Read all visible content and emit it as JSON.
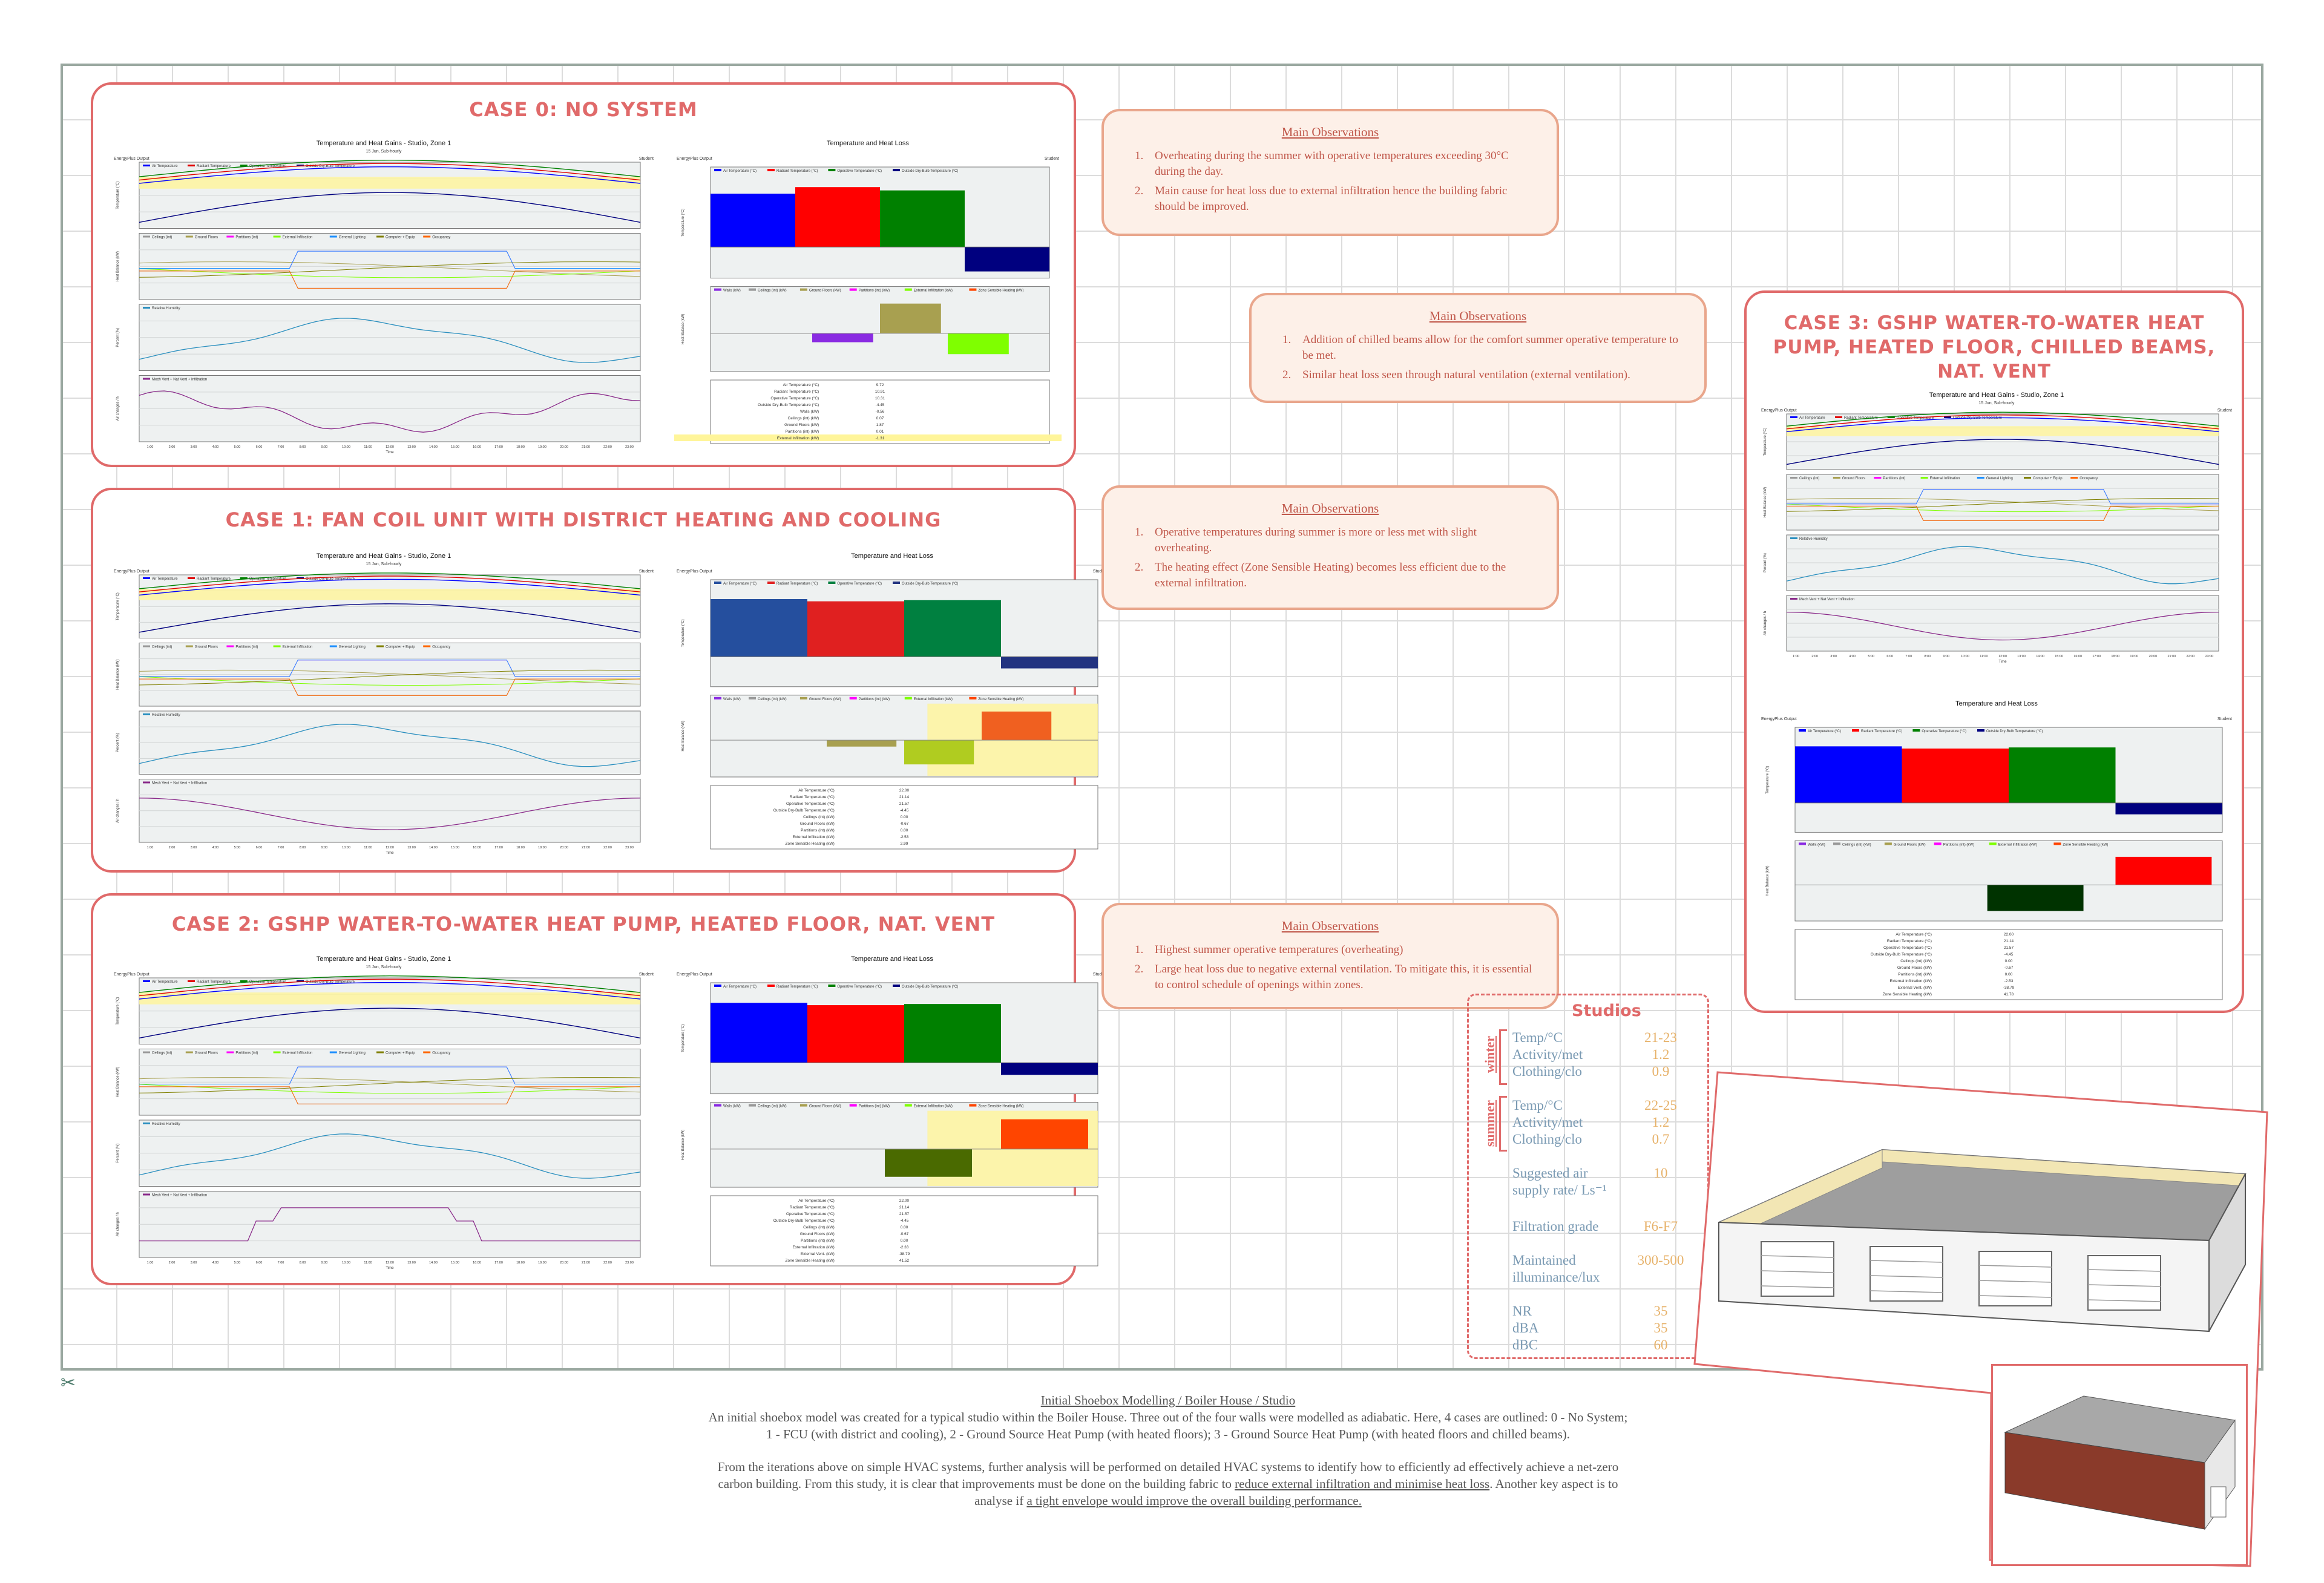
{
  "cases": [
    {
      "title": "CASE 0: NO SYSTEM"
    },
    {
      "title": "CASE 1: FAN COIL UNIT WITH DISTRICT HEATING AND COOLING"
    },
    {
      "title": "CASE 2: GSHP WATER-TO-WATER HEAT PUMP, HEATED FLOOR, NAT. VENT"
    },
    {
      "title": "CASE 3: GSHP WATER-TO-WATER HEAT PUMP, HEATED FLOOR, CHILLED BEAMS, NAT. VENT"
    }
  ],
  "charts": {
    "gains_title": "Temperature and Heat Gains - Studio, Zone 1",
    "gains_subtitle": "15 Jun, Sub-hourly",
    "loss_title": "Temperature and Heat Loss",
    "left_tag": "EnergyPlus Output",
    "right_tag": "Student",
    "time_label": "Time",
    "ylabel_temp": "Temperature (°C)",
    "ylabel_heat": "Heat Balance (kW)",
    "ylabel_rh": "Percent (%)",
    "ylabel_vent": "Air changes / h",
    "time_ticks": [
      "1:00",
      "2:00",
      "3:00",
      "4:00",
      "5:00",
      "6:00",
      "7:00",
      "8:00",
      "9:00",
      "10:00",
      "11:00",
      "12:00",
      "13:00",
      "14:00",
      "15:00",
      "16:00",
      "17:00",
      "18:00",
      "19:00",
      "20:00",
      "21:00",
      "22:00",
      "23:00"
    ],
    "temp_legend": [
      "Air Temperature",
      "Radiant Temperature",
      "Operative Temperature",
      "Outside Dry-Bulb Temperature"
    ],
    "gain_legend": [
      "Ceilings (int)",
      "Ground Floors",
      "Partitions (int)",
      "External Infiltration",
      "General Lighting",
      "Computer + Equip",
      "Occupancy"
    ],
    "rh_legend": [
      "Relative Humidity"
    ],
    "vent_legend": [
      "Mech Vent + Nat Vent + Infiltration"
    ],
    "loss_temp_legend": [
      "Air Temperature (°C)",
      "Radiant Temperature (°C)",
      "Operative Temperature (°C)",
      "Outside Dry-Bulb Temperature (°C)"
    ],
    "loss_heat_legend": [
      "Walls (kW)",
      "Ceilings (int) (kW)",
      "Ground Floors (kW)",
      "Partitions (int) (kW)",
      "External Infiltration (kW)",
      "Zone Sensible Heating (kW)"
    ]
  },
  "loss_tables": [
    {
      "rows": [
        [
          "Air Temperature (°C)",
          "9.72"
        ],
        [
          "Radiant Temperature (°C)",
          "10.91"
        ],
        [
          "Operative Temperature (°C)",
          "10.31"
        ],
        [
          "Outside Dry-Bulb Temperature (°C)",
          "-4.45"
        ],
        [
          "Walls (kW)",
          "-0.56"
        ],
        [
          "Ceilings (int) (kW)",
          "0.07"
        ],
        [
          "Ground Floors (kW)",
          "1.87"
        ],
        [
          "Partitions (int) (kW)",
          "0.01"
        ],
        [
          "External Infiltration (kW)",
          "-1.31"
        ]
      ]
    },
    {
      "rows": [
        [
          "Air Temperature (°C)",
          "22.00"
        ],
        [
          "Radiant Temperature (°C)",
          "21.14"
        ],
        [
          "Operative Temperature (°C)",
          "21.57"
        ],
        [
          "Outside Dry-Bulb Temperature (°C)",
          "-4.45"
        ],
        [
          "Ceilings (int) (kW)",
          "0.00"
        ],
        [
          "Ground Floors (kW)",
          "-0.67"
        ],
        [
          "Partitions (int) (kW)",
          "0.00"
        ],
        [
          "External Infiltration (kW)",
          "-2.53"
        ],
        [
          "Zone Sensible Heating (kW)",
          "2.99"
        ]
      ]
    },
    {
      "rows": [
        [
          "Air Temperature (°C)",
          "22.00"
        ],
        [
          "Radiant Temperature (°C)",
          "21.14"
        ],
        [
          "Operative Temperature (°C)",
          "21.57"
        ],
        [
          "Outside Dry-Bulb Temperature (°C)",
          "-4.45"
        ],
        [
          "Ceilings (int) (kW)",
          "0.00"
        ],
        [
          "Ground Floors (kW)",
          "-0.67"
        ],
        [
          "Partitions (int) (kW)",
          "0.00"
        ],
        [
          "External Infiltration (kW)",
          "-2.33"
        ],
        [
          "External Vent. (kW)",
          "-38.79"
        ],
        [
          "Zone Sensible Heating (kW)",
          "41.52"
        ]
      ]
    },
    {
      "rows": [
        [
          "Air Temperature (°C)",
          "22.00"
        ],
        [
          "Radiant Temperature (°C)",
          "21.14"
        ],
        [
          "Operative Temperature (°C)",
          "21.57"
        ],
        [
          "Outside Dry-Bulb Temperature (°C)",
          "-4.45"
        ],
        [
          "Ceilings (int) (kW)",
          "0.00"
        ],
        [
          "Ground Floors (kW)",
          "-0.67"
        ],
        [
          "Partitions (int) (kW)",
          "0.00"
        ],
        [
          "External Infiltration (kW)",
          "-2.53"
        ],
        [
          "External Vent. (kW)",
          "-38.79"
        ],
        [
          "Zone Sensible Heating (kW)",
          "41.78"
        ]
      ]
    }
  ],
  "chart_data": [
    {
      "type": "bar",
      "title": "Temperature and Heat Loss",
      "case": "CASE 0",
      "categories": [
        "Air Temperature (°C)",
        "Radiant Temperature (°C)",
        "Operative Temperature (°C)",
        "Outside Dry-Bulb Temperature (°C)"
      ],
      "values": [
        9.72,
        10.91,
        10.31,
        -4.45
      ],
      "colors": [
        "#0000ff",
        "#ff0000",
        "#008000",
        "#00007f"
      ]
    },
    {
      "type": "bar",
      "title": "Temperature and Heat Loss",
      "case": "CASE 0",
      "categories": [
        "Walls (kW)",
        "Ground Floors (kW)",
        "External Infiltration (kW)"
      ],
      "values": [
        -0.56,
        1.87,
        -1.31
      ],
      "colors": [
        "#8a2be2",
        "#a8a050",
        "#7fff00"
      ]
    },
    {
      "type": "bar",
      "title": "Temperature and Heat Loss",
      "case": "CASE 1",
      "categories": [
        "Air Temperature (°C)",
        "Radiant Temperature (°C)",
        "Operative Temperature (°C)",
        "Outside Dry-Bulb Temperature (°C)"
      ],
      "values": [
        22.0,
        21.14,
        21.57,
        -4.45
      ],
      "colors": [
        "#254f9e",
        "#e02020",
        "#008040",
        "#223380"
      ]
    },
    {
      "type": "bar",
      "title": "Temperature and Heat Loss",
      "case": "CASE 1",
      "categories": [
        "Ground Floors (kW)",
        "External Infiltration (kW)",
        "Zone Sensible Heating (kW)"
      ],
      "values": [
        -0.67,
        -2.53,
        2.99
      ],
      "colors": [
        "#a8a050",
        "#b0cc20",
        "#f06020"
      ]
    },
    {
      "type": "bar",
      "title": "Temperature and Heat Loss",
      "case": "CASE 2",
      "categories": [
        "Air Temperature (°C)",
        "Radiant Temperature (°C)",
        "Operative Temperature (°C)",
        "Outside Dry-Bulb Temperature (°C)"
      ],
      "values": [
        22.0,
        21.14,
        21.57,
        -4.45
      ],
      "colors": [
        "#0000ff",
        "#ff0000",
        "#008000",
        "#00007f"
      ]
    },
    {
      "type": "bar",
      "title": "Temperature and Heat Loss",
      "case": "CASE 2",
      "categories": [
        "External Vent. (kW)",
        "Zone Sensible Heating (kW)"
      ],
      "values": [
        -38.79,
        41.52
      ],
      "colors": [
        "#4a6a00",
        "#ff4500"
      ]
    },
    {
      "type": "bar",
      "title": "Temperature and Heat Loss",
      "case": "CASE 3",
      "categories": [
        "Air Temperature (°C)",
        "Radiant Temperature (°C)",
        "Operative Temperature (°C)",
        "Outside Dry-Bulb Temperature (°C)"
      ],
      "values": [
        22.0,
        21.14,
        21.57,
        -4.45
      ],
      "colors": [
        "#0000ff",
        "#ff0000",
        "#008000",
        "#00007f"
      ]
    },
    {
      "type": "bar",
      "title": "Temperature and Heat Loss",
      "case": "CASE 3",
      "categories": [
        "External Vent. (kW)",
        "Zone Sensible Heating (kW)"
      ],
      "values": [
        -38.79,
        41.78
      ],
      "colors": [
        "#003300",
        "#ff0000"
      ]
    }
  ],
  "observations": [
    {
      "title": "Main Observations",
      "items": [
        "Overheating during the summer with operative temperatures exceeding 30°C during the day.",
        "Main cause for heat loss due to external infiltration hence the building fabric should be improved."
      ]
    },
    {
      "title": "Main Observations",
      "items": [
        "Addition of chilled beams allow for the comfort summer operative temperature to be met.",
        "Similar heat loss seen through natural ventilation (external ventilation)."
      ]
    },
    {
      "title": "Main Observations",
      "items": [
        "Operative temperatures during summer is more or less met with slight overheating.",
        "The heating effect (Zone Sensible Heating) becomes less efficient due to the external infiltration."
      ]
    },
    {
      "title": "Main Observations",
      "items": [
        "Highest summer operative temperatures (overheating)",
        "Large heat loss due to negative external ventilation. To mitigate this, it is essential to control schedule of openings within zones."
      ]
    }
  ],
  "studios": {
    "title": "Studios",
    "winter_label": "winter",
    "summer_label": "summer",
    "winter": [
      [
        "Temp/°C",
        "21-23"
      ],
      [
        "Activity/met",
        "1.2"
      ],
      [
        "Clothing/clo",
        "0.9"
      ]
    ],
    "summer": [
      [
        "Temp/°C",
        "22-25"
      ],
      [
        "Activity/met",
        "1.2"
      ],
      [
        "Clothing/clo",
        "0.7"
      ]
    ],
    "air_label_1": "Suggested air",
    "air_label_2": "supply rate/ Ls⁻¹",
    "air_value": "10",
    "filtration_label": "Filtration grade",
    "filtration_value": "F6-F7",
    "illum_label_1": "Maintained",
    "illum_label_2": "illuminance/lux",
    "illum_value": "300-500",
    "noise": [
      [
        "NR",
        "35"
      ],
      [
        "dBA",
        "35"
      ],
      [
        "dBC",
        "60"
      ]
    ]
  },
  "bottom": {
    "heading": "Initial Shoebox Modelling / Boiler House / Studio",
    "p1": "An initial shoebox model was created for a typical studio within the Boiler House. Three out of the four walls were modelled as adiabatic.  Here, 4 cases are outlined: 0 - No System; 1 - FCU (with district and cooling), 2 - Ground Source Heat Pump (with heated floors); 3 - Ground Source Heat Pump (with heated floors and chilled beams).",
    "p2a": "From the iterations above on simple HVAC systems, further analysis will be performed on detailed HVAC systems to identify how to efficiently ad effectively achieve a net-zero carbon building. From this study, it is clear that improvements must be done on the building fabric to ",
    "p2b": "reduce external infiltration and minimise heat loss",
    "p2c": ". Another key aspect is to analyse if ",
    "p2d": "a tight envelope would improve the overall building performance."
  }
}
